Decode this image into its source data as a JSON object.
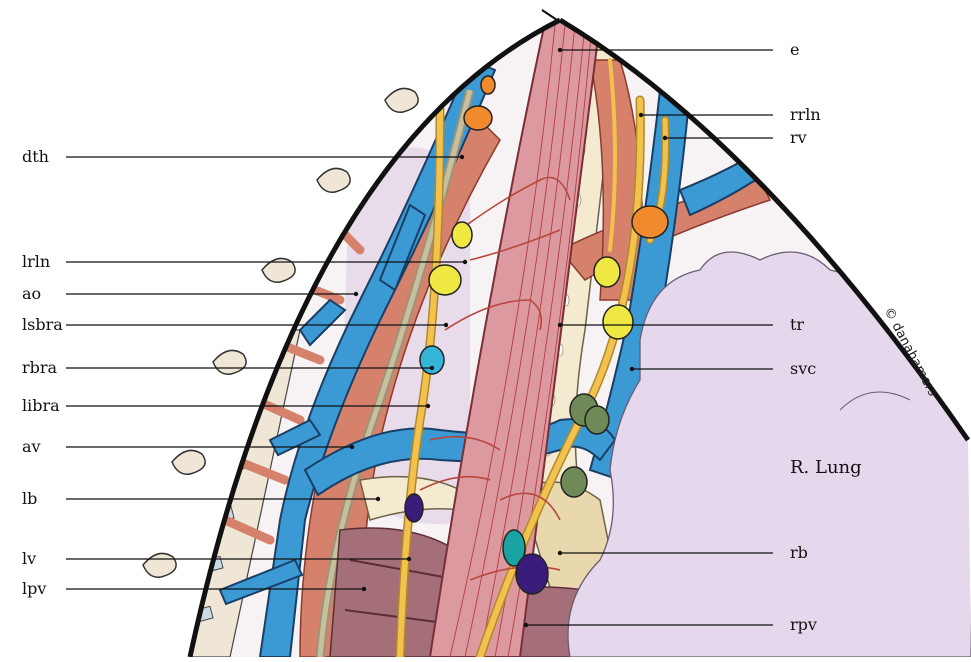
{
  "labels_left": [
    {
      "id": "dth",
      "text": "dth"
    },
    {
      "id": "lrln",
      "text": "lrln"
    },
    {
      "id": "ao",
      "text": "ao"
    },
    {
      "id": "lsbra",
      "text": "lsbra"
    },
    {
      "id": "rbra",
      "text": "rbra"
    },
    {
      "id": "libra",
      "text": "libra"
    },
    {
      "id": "av",
      "text": "av"
    },
    {
      "id": "lb",
      "text": "lb"
    },
    {
      "id": "lv",
      "text": "lv"
    },
    {
      "id": "lpv",
      "text": "lpv"
    }
  ],
  "labels_right": [
    {
      "id": "e",
      "text": "e"
    },
    {
      "id": "rrln",
      "text": "rrln"
    },
    {
      "id": "rv",
      "text": "rv"
    },
    {
      "id": "tr",
      "text": "tr"
    },
    {
      "id": "svc",
      "text": "svc"
    },
    {
      "id": "rb",
      "text": "rb"
    },
    {
      "id": "rpv",
      "text": "rpv"
    }
  ],
  "lung_label": "R. Lung",
  "copyright": "© danahamers",
  "colors": {
    "vein": "#3b9ad4",
    "artery": "#d6816c",
    "nerve": "#f2c14e",
    "esophagus": "#dc9aa0",
    "lung": "#e6d8ec",
    "trachea": "#f4ead0",
    "lymph_yellow": "#efe742",
    "lymph_orange": "#f08a2c",
    "lymph_green": "#6f8a56",
    "lymph_purple": "#3a1d7a",
    "lymph_teal": "#19a3a3",
    "muscle_dark": "#a46f78",
    "vertebra": "#efe6d6"
  }
}
